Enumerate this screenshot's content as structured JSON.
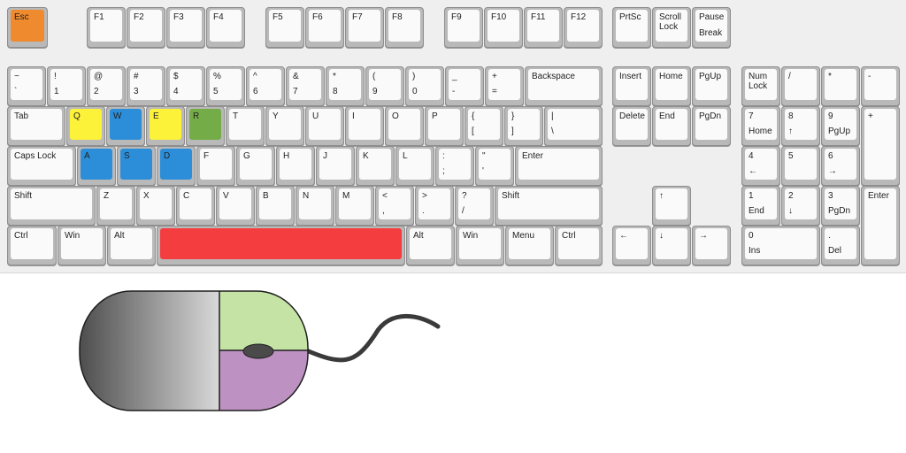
{
  "highlight_colors": {
    "esc": "#ef8a2e",
    "yellow": "#fdf23a",
    "blue": "#2c8ed8",
    "green": "#74ad47",
    "space": "#f43d3f",
    "mouse_left": "#c5e3a4",
    "mouse_right": "#bd91c1"
  },
  "keys": {
    "esc": "Esc",
    "f1": "F1",
    "f2": "F2",
    "f3": "F3",
    "f4": "F4",
    "f5": "F5",
    "f6": "F6",
    "f7": "F7",
    "f8": "F8",
    "f9": "F9",
    "f10": "F10",
    "f11": "F11",
    "f12": "F12",
    "prtsc": "PrtSc",
    "scroll_lock": "Scroll\nLock",
    "pause_top": "Pause",
    "pause_bottom": "Break",
    "tilde_top": "~",
    "tilde_bottom": "`",
    "n1_top": "!",
    "n1_bottom": "1",
    "n2_top": "@",
    "n2_bottom": "2",
    "n3_top": "#",
    "n3_bottom": "3",
    "n4_top": "$",
    "n4_bottom": "4",
    "n5_top": "%",
    "n5_bottom": "5",
    "n6_top": "^",
    "n6_bottom": "6",
    "n7_top": "&",
    "n7_bottom": "7",
    "n8_top": "*",
    "n8_bottom": "8",
    "n9_top": "(",
    "n9_bottom": "9",
    "n0_top": ")",
    "n0_bottom": "0",
    "minus_top": "_",
    "minus_bottom": "-",
    "equal_top": "+",
    "equal_bottom": "=",
    "backspace": "Backspace",
    "insert": "Insert",
    "home": "Home",
    "pgup": "PgUp",
    "numlock": "Num\nLock",
    "np_slash": "/",
    "np_star": "*",
    "np_minus": "-",
    "tab": "Tab",
    "q": "Q",
    "w": "W",
    "e": "E",
    "r": "R",
    "t": "T",
    "y": "Y",
    "u": "U",
    "i": "I",
    "o": "O",
    "p": "P",
    "lbracket_top": "{",
    "lbracket_bottom": "[",
    "rbracket_top": "}",
    "rbracket_bottom": "]",
    "pipe_top": "|",
    "pipe_bottom": "\\",
    "delete": "Delete",
    "end": "End",
    "pgdn": "PgDn",
    "np7_top": "7",
    "np7_bottom": "Home",
    "np8_top": "8",
    "np8_bottom": "↑",
    "np9_top": "9",
    "np9_bottom": "PgUp",
    "np_plus": "+",
    "capslock": "Caps Lock",
    "a": "A",
    "s": "S",
    "d": "D",
    "f": "F",
    "g": "G",
    "h": "H",
    "j": "J",
    "k": "K",
    "l": "L",
    "semicolon_top": ":",
    "semicolon_bottom": ";",
    "quote_top": "\"",
    "quote_bottom": "'",
    "enter": "Enter",
    "np4_top": "4",
    "np4_bottom": "←",
    "np5": "5",
    "np6_top": "6",
    "np6_bottom": "→",
    "shift_left": "Shift",
    "z": "Z",
    "x": "X",
    "c": "C",
    "v": "V",
    "b": "B",
    "n": "N",
    "m": "M",
    "comma_top": "<",
    "comma_bottom": ",",
    "period_top": ">",
    "period_bottom": ".",
    "slash_top": "?",
    "slash_bottom": "/",
    "shift_right": "Shift",
    "arrow_up": "↑",
    "np1_top": "1",
    "np1_bottom": "End",
    "np2_top": "2",
    "np2_bottom": "↓",
    "np3_top": "3",
    "np3_bottom": "PgDn",
    "np_enter": "Enter",
    "ctrl_left": "Ctrl",
    "win_left": "Win",
    "alt_left": "Alt",
    "alt_right": "Alt",
    "win_right": "Win",
    "menu": "Menu",
    "ctrl_right": "Ctrl",
    "arrow_left": "←",
    "arrow_down": "↓",
    "arrow_right": "→",
    "np0_top": "0",
    "np0_bottom": "Ins",
    "np_dot_top": ".",
    "np_dot_bottom": "Del"
  }
}
